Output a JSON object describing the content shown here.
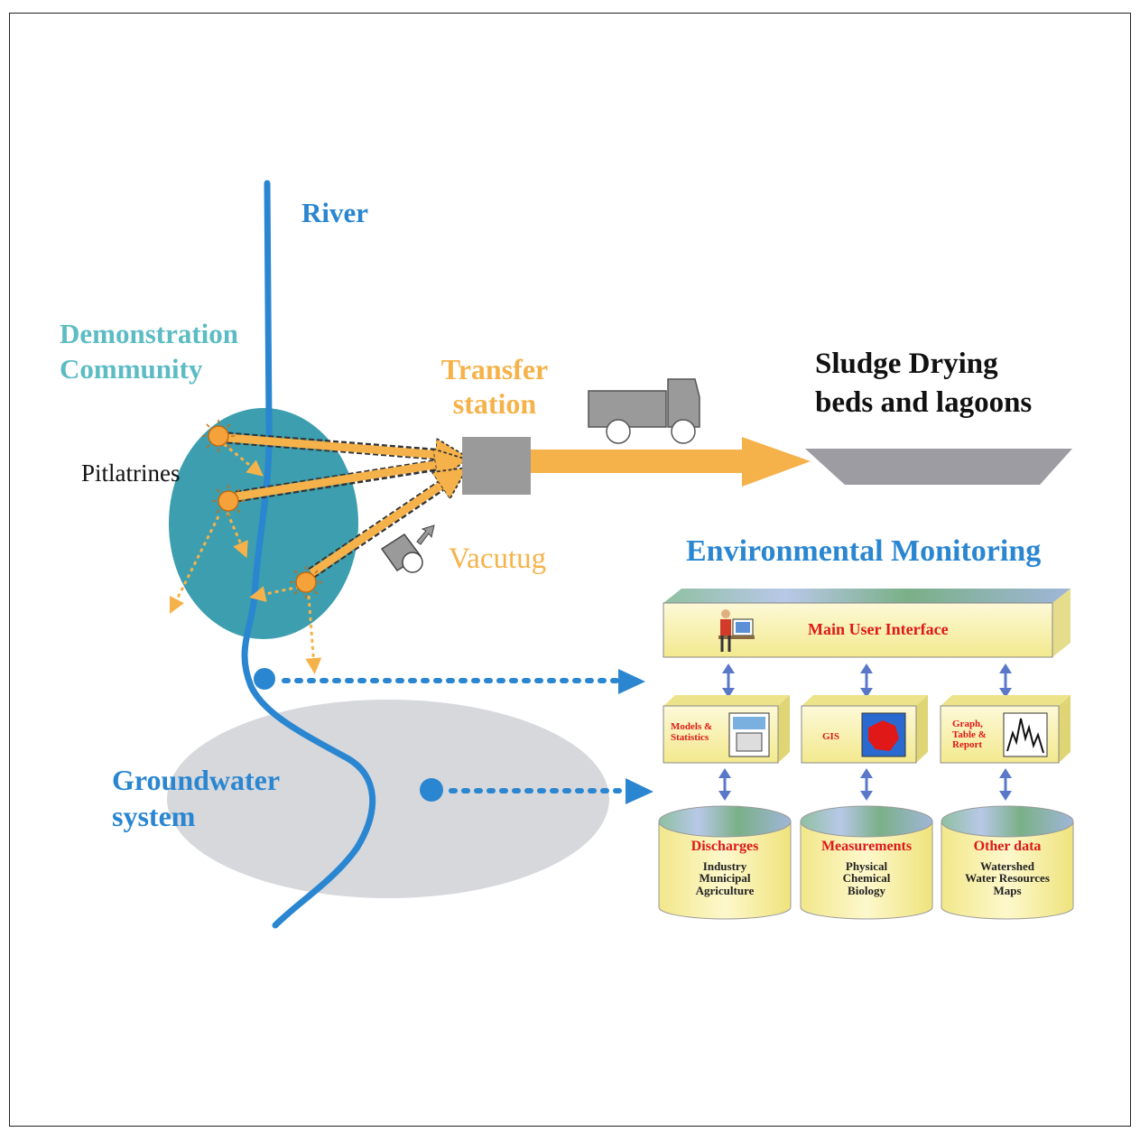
{
  "labels": {
    "river": "River",
    "community_line1": "Demonstration",
    "community_line2": "Community",
    "pitlatrines": "Pitlatrines",
    "transfer_line1": "Transfer",
    "transfer_line2": "station",
    "sludge_line1": "Sludge Drying",
    "sludge_line2": "beds and lagoons",
    "vacutug": "Vacutug",
    "groundwater_line1": "Groundwater",
    "groundwater_line2": "system",
    "env_monitoring": "Environmental Monitoring"
  },
  "monitoring": {
    "main_interface": "Main User Interface",
    "modules": [
      {
        "line1": "Models &",
        "line2": "Statistics",
        "line3": ""
      },
      {
        "line1": "GIS",
        "line2": "",
        "line3": ""
      },
      {
        "line1": "Graph,",
        "line2": "Table &",
        "line3": "Report"
      }
    ],
    "databases": [
      {
        "title": "Discharges",
        "items": [
          "Industry",
          "Municipal",
          "Agriculture"
        ]
      },
      {
        "title": "Measurements",
        "items": [
          "Physical",
          "Chemical",
          "Biology"
        ]
      },
      {
        "title": "Other data",
        "items": [
          "Watershed",
          "Water Resources",
          "Maps"
        ]
      }
    ]
  },
  "colors": {
    "river": "#2a86d0",
    "community": "#3c9eae",
    "orange": "#f6b24a",
    "gray": "#9a9a9a",
    "box": "#fbf5c2",
    "red_text": "#e01818"
  }
}
